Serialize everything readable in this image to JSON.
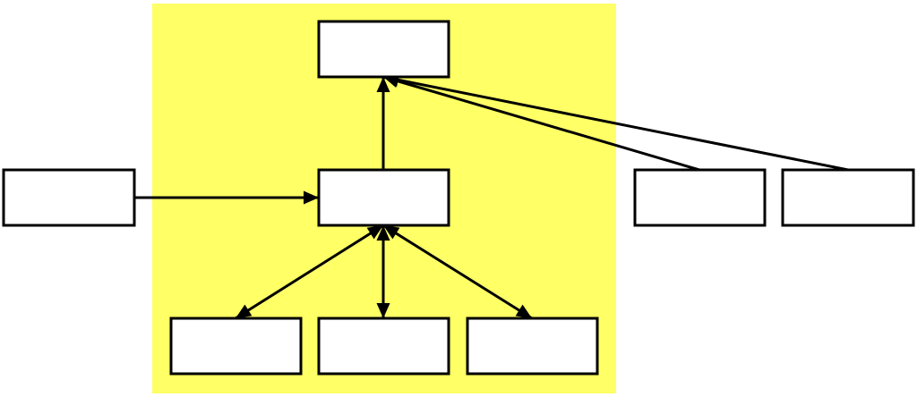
{
  "diagram": {
    "colors": {
      "region_fill": "#FFFF66",
      "box_fill": "#FFFFFF",
      "stroke": "#000000",
      "background": "#FFFFFF"
    },
    "region": {
      "id": "highlight-region"
    },
    "nodes": [
      {
        "id": "top",
        "label": ""
      },
      {
        "id": "center",
        "label": ""
      },
      {
        "id": "left",
        "label": ""
      },
      {
        "id": "bottom-left",
        "label": ""
      },
      {
        "id": "bottom-middle",
        "label": ""
      },
      {
        "id": "bottom-right",
        "label": ""
      },
      {
        "id": "right-1",
        "label": ""
      },
      {
        "id": "right-2",
        "label": ""
      }
    ],
    "edges": [
      {
        "from": "center",
        "to": "top",
        "arrow": "end"
      },
      {
        "from": "left",
        "to": "center",
        "arrow": "end"
      },
      {
        "from": "right-1",
        "to": "top",
        "arrow": "end"
      },
      {
        "from": "right-2",
        "to": "top",
        "arrow": "end"
      },
      {
        "from": "center",
        "to": "bottom-left",
        "arrow": "both"
      },
      {
        "from": "center",
        "to": "bottom-middle",
        "arrow": "both"
      },
      {
        "from": "center",
        "to": "bottom-right",
        "arrow": "both"
      }
    ]
  }
}
